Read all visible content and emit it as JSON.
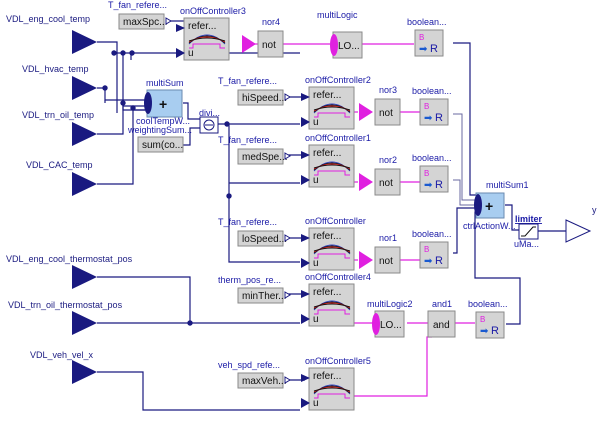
{
  "inputs": [
    {
      "label": "VDL_eng_cool_temp"
    },
    {
      "label": "VDL_hvac_temp"
    },
    {
      "label": "VDL_trn_oil_temp"
    },
    {
      "label": "VDL_CAC_temp"
    },
    {
      "label": "VDL_eng_cool_thermostat_pos"
    },
    {
      "label": "VDL_trn_oil_thermostat_pos"
    },
    {
      "label": "VDL_veh_vel_x"
    }
  ],
  "constants": [
    {
      "name": "T_fan_refere...",
      "value": "maxSpc..."
    },
    {
      "name": "T_fan_refere...",
      "value": "hiSpeed..."
    },
    {
      "name": "T_fan_refere...",
      "value": "medSpe..."
    },
    {
      "name": "T_fan_refere...",
      "value": "loSpeed..."
    },
    {
      "name": "therm_pos_re...",
      "value": "minTher..."
    },
    {
      "name": "veh_spd_refe...",
      "value": "maxVeh..."
    }
  ],
  "controllers": [
    {
      "name": "onOffController3",
      "ref": "refer..."
    },
    {
      "name": "onOffController2",
      "ref": "refer..."
    },
    {
      "name": "onOffController1",
      "ref": "refer..."
    },
    {
      "name": "onOffController",
      "ref": "refer..."
    },
    {
      "name": "onOffController4",
      "ref": "refer..."
    },
    {
      "name": "onOffController5",
      "ref": "refer..."
    }
  ],
  "controller_u_label": "u",
  "nots": [
    {
      "name": "nor4",
      "text": "not"
    },
    {
      "name": "nor3",
      "text": "not"
    },
    {
      "name": "nor2",
      "text": "not"
    },
    {
      "name": "nor1",
      "text": "not"
    }
  ],
  "booleans": [
    {
      "name": "boolean...",
      "top": "B",
      "bottom": "R"
    },
    {
      "name": "boolean...",
      "top": "B",
      "bottom": "R"
    },
    {
      "name": "boolean...",
      "top": "B",
      "bottom": "R"
    },
    {
      "name": "boolean...",
      "top": "B",
      "bottom": "R"
    },
    {
      "name": "boolean...",
      "top": "B",
      "bottom": "R"
    }
  ],
  "multiLogic": {
    "name": "multiLogic",
    "text": "LO..."
  },
  "multiLogic2": {
    "name": "multiLogic2",
    "text": "LO..."
  },
  "and1": {
    "name": "and1",
    "text": "and"
  },
  "multiSum": {
    "name": "multiSum",
    "text": "+",
    "sub": "coolTempW..."
  },
  "weightingSum": {
    "name": "weightingSum...",
    "value": "sum(co..."
  },
  "division": {
    "name": "divi..."
  },
  "multiSum1": {
    "name": "multiSum1",
    "text": "+",
    "sub": "ctrlActionW..."
  },
  "limiter": {
    "name": "limiter",
    "sub": "uMa..."
  },
  "output": {
    "label": "y"
  }
}
